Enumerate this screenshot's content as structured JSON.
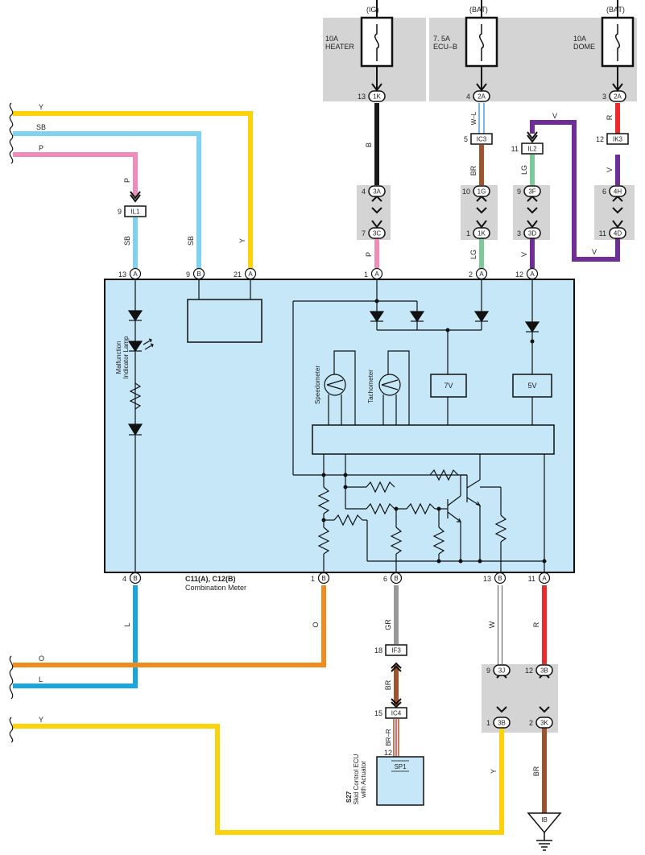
{
  "fuses": {
    "heater": {
      "supply": "(IG)",
      "rating": "10A",
      "name": "HEATER"
    },
    "ecub": {
      "supply": "(BAT)",
      "rating": "7. 5A",
      "name": "ECU–B"
    },
    "dome": {
      "supply": "(BAT)",
      "rating": "10A",
      "name": "DOME"
    }
  },
  "incoming_wires": {
    "y_top": "Y",
    "sb": "SB",
    "p": "P",
    "o": "O",
    "l": "L",
    "y_bottom": "Y"
  },
  "connectors": {
    "h1k": {
      "pin": "13",
      "id": "1K"
    },
    "e2a": {
      "pin": "4",
      "id": "2A"
    },
    "d2a": {
      "pin": "3",
      "id": "2A"
    },
    "ic3": {
      "pin": "5",
      "id": "IC3"
    },
    "il2": {
      "pin": "11",
      "id": "IL2"
    },
    "ik3": {
      "pin": "12",
      "id": "IK3"
    },
    "il1": {
      "pin": "9",
      "id": "IL1"
    },
    "c3a": {
      "pin": "4",
      "id": "3A"
    },
    "c3c": {
      "pin": "7",
      "id": "3C"
    },
    "c1g": {
      "pin": "10",
      "id": "1G"
    },
    "c1k": {
      "pin": "1",
      "id": "1K"
    },
    "c3f": {
      "pin": "9",
      "id": "3F"
    },
    "c3d": {
      "pin": "3",
      "id": "3D"
    },
    "c4h": {
      "pin": "6",
      "id": "4H"
    },
    "c4d": {
      "pin": "11",
      "id": "4D"
    },
    "if3": {
      "pin": "18",
      "id": "IF3"
    },
    "ic4": {
      "pin": "15",
      "id": "IC4"
    },
    "c3j": {
      "pin": "9",
      "id": "3J"
    },
    "c3b_top": {
      "pin": "12",
      "id": "3B"
    },
    "c3b_bot": {
      "pin": "1",
      "id": "3B"
    },
    "c3k": {
      "pin": "2",
      "id": "3K"
    }
  },
  "meter_pins": {
    "p13a": {
      "num": "13",
      "letter": "A"
    },
    "p9b": {
      "num": "9",
      "letter": "B"
    },
    "p21a": {
      "num": "21",
      "letter": "A"
    },
    "p1a": {
      "num": "1",
      "letter": "A"
    },
    "p2a": {
      "num": "2",
      "letter": "A"
    },
    "p12a": {
      "num": "12",
      "letter": "A"
    },
    "p4b": {
      "num": "4",
      "letter": "B"
    },
    "p1b": {
      "num": "1",
      "letter": "B"
    },
    "p6b": {
      "num": "6",
      "letter": "B"
    },
    "p13b": {
      "num": "13",
      "letter": "B"
    },
    "p11a": {
      "num": "11",
      "letter": "A"
    }
  },
  "wire_labels": {
    "heater_b": "B",
    "ecub_wl": "W–L",
    "ecub_br": "BR",
    "ecub_lg": "LG",
    "heater_p": "P",
    "il1_p": "P",
    "il1_sb": "SB",
    "sb_drop": "SB",
    "y_drop": "Y",
    "il2_v": "V",
    "il2_lg": "LG",
    "il2_v_low": "V",
    "dome_r": "R",
    "ik3_v": "V",
    "loop_v": "V",
    "b4_l": "L",
    "b1_o": "O",
    "b6_gr": "GR",
    "if3_br": "BR",
    "ic4_brr": "BR–R",
    "b13_w": "W",
    "a11_r": "R",
    "y_out": "Y",
    "ib_br": "BR"
  },
  "meter": {
    "connector_ids": "C11(A), C12(B)",
    "name": "Combination Meter",
    "mil_line1": "Malfunction",
    "mil_line2": "Indicator Lamp",
    "speedometer": "Speedometer",
    "tachometer": "Tachometer",
    "reg7": "7V",
    "reg5": "5V"
  },
  "ecu": {
    "pin": "12",
    "connector": "SP1",
    "code": "S27",
    "name_line1": "Skid Control ECU",
    "name_line2": "with Actuator"
  },
  "ground": {
    "id": "IB"
  },
  "colors": {
    "box_fill": "#c5e7f8",
    "shade": "#d4d4d4",
    "yellow": "#fdd20a",
    "sky_blue": "#7fd2f0",
    "pink": "#f08cba",
    "black": "#1a1a1a",
    "brown": "#a0522d",
    "light_green": "#7dc99a",
    "purple": "#6e2e95",
    "red": "#ee2b2b",
    "blue": "#1aa7e0",
    "orange": "#f08c1e",
    "gray": "#999999",
    "white": "#ffffff",
    "wl_blue": "#4a9fe0"
  }
}
